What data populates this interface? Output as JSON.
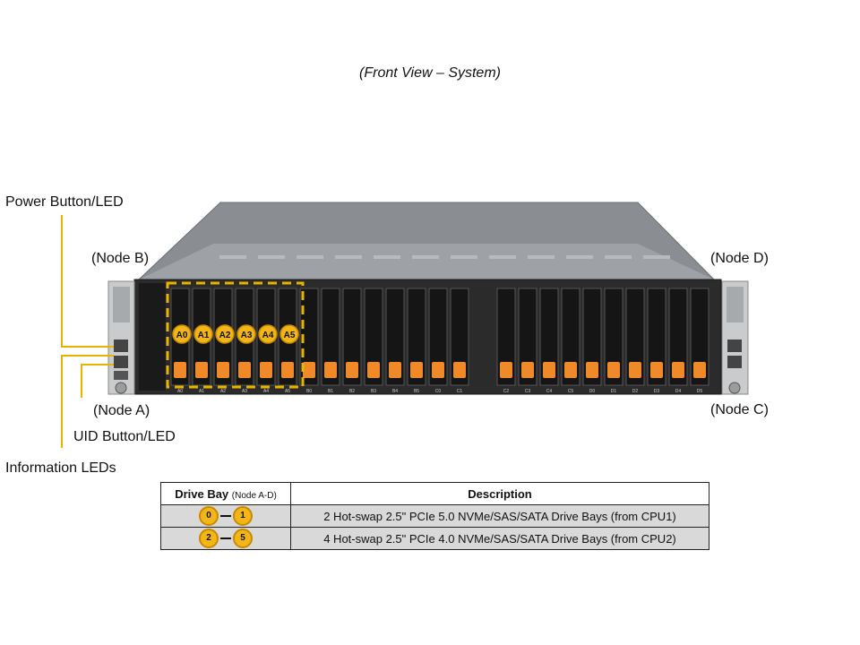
{
  "title": "(Front View – System)",
  "callouts": {
    "power": "Power Button/LED",
    "node_b": "(Node B)",
    "node_a": "(Node A)",
    "uid": "UID Button/LED",
    "info_leds": "Information  LEDs",
    "node_d": "(Node D)",
    "node_c": "(Node C)"
  },
  "bay_badges": [
    "A0",
    "A1",
    "A2",
    "A3",
    "A4",
    "A5"
  ],
  "bay_labels": [
    "A0",
    "A1",
    "A2",
    "A3",
    "A4",
    "A5",
    "B0",
    "B1",
    "B2",
    "B3",
    "B4",
    "B5",
    "C0",
    "C1",
    "C2",
    "C3",
    "C4",
    "C5",
    "D0",
    "D1",
    "D2",
    "D3",
    "D4",
    "D5"
  ],
  "table": {
    "header_bay": "Drive Bay",
    "header_bay_sub": "(Node A-D)",
    "header_desc": "Description",
    "rows": [
      {
        "from": "0",
        "to": "1",
        "desc": "2 Hot-swap  2.5\" PCIe  5.0 NVMe/SAS/SATA Drive  Bays (from  CPU1)"
      },
      {
        "from": "2",
        "to": "5",
        "desc": "4 Hot-swap  2.5\" PCIe  4.0 NVMe/SAS/SATA Drive  Bays (from  CPU2)"
      }
    ]
  },
  "colors": {
    "callout_line": "#e8b400",
    "badge": "#f2b619",
    "latch": "#f08a28",
    "chassis": "#2a2a2a"
  }
}
